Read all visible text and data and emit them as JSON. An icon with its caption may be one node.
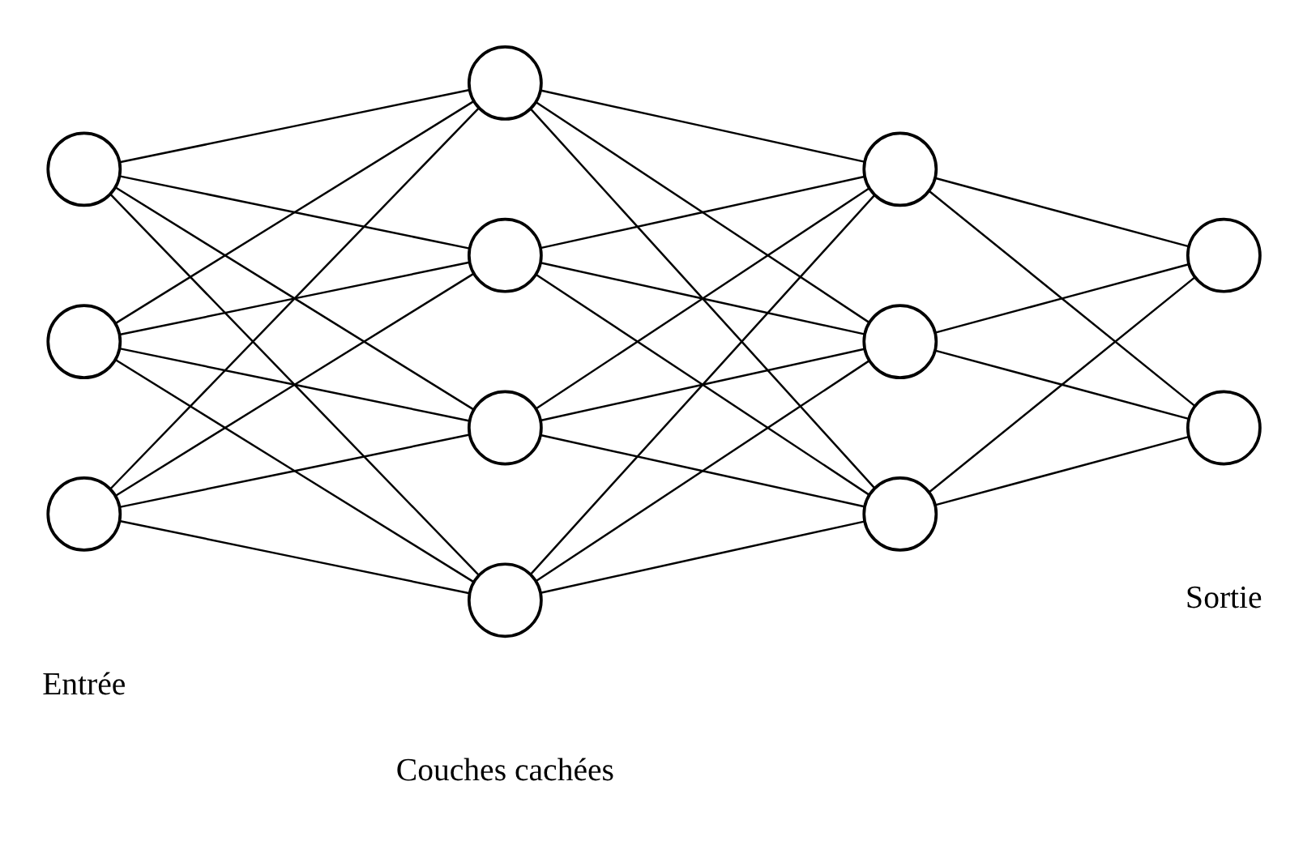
{
  "diagram": {
    "nodes": [
      {
        "text": [],
        "shape": "circle"
      },
      {
        "text": [],
        "shape": "circle"
      },
      {
        "text": [],
        "shape": "circle"
      },
      {
        "text": [],
        "shape": "circle"
      },
      {
        "text": [],
        "shape": "circle"
      },
      {
        "text": [],
        "shape": "circle"
      },
      {
        "text": [],
        "shape": "circle"
      },
      {
        "text": [],
        "shape": "circle"
      },
      {
        "text": [],
        "shape": "circle"
      },
      {
        "text": [],
        "shape": "circle"
      },
      {
        "text": [],
        "shape": "circle"
      },
      {
        "text": [],
        "shape": "circle"
      }
    ],
    "edges": [
      {
        "from": 0,
        "to": 3,
        "arrow": "none"
      },
      {
        "from": 0,
        "to": 4,
        "arrow": "none"
      },
      {
        "from": 0,
        "to": 5,
        "arrow": "none"
      },
      {
        "from": 0,
        "to": 6,
        "arrow": "none"
      },
      {
        "from": 1,
        "to": 3,
        "arrow": "none"
      },
      {
        "from": 1,
        "to": 4,
        "arrow": "none"
      },
      {
        "from": 1,
        "to": 5,
        "arrow": "none"
      },
      {
        "from": 1,
        "to": 6,
        "arrow": "none"
      },
      {
        "from": 2,
        "to": 3,
        "arrow": "none"
      },
      {
        "from": 2,
        "to": 4,
        "arrow": "none"
      },
      {
        "from": 2,
        "to": 5,
        "arrow": "none"
      },
      {
        "from": 2,
        "to": 6,
        "arrow": "none"
      },
      {
        "from": 3,
        "to": 7,
        "arrow": "none"
      },
      {
        "from": 3,
        "to": 8,
        "arrow": "none"
      },
      {
        "from": 3,
        "to": 9,
        "arrow": "none"
      },
      {
        "from": 4,
        "to": 7,
        "arrow": "none"
      },
      {
        "from": 4,
        "to": 8,
        "arrow": "none"
      },
      {
        "from": 4,
        "to": 9,
        "arrow": "none"
      },
      {
        "from": 5,
        "to": 7,
        "arrow": "none"
      },
      {
        "from": 5,
        "to": 8,
        "arrow": "none"
      },
      {
        "from": 5,
        "to": 9,
        "arrow": "none"
      },
      {
        "from": 6,
        "to": 7,
        "arrow": "none"
      },
      {
        "from": 6,
        "to": 8,
        "arrow": "none"
      },
      {
        "from": 6,
        "to": 9,
        "arrow": "none"
      },
      {
        "from": 7,
        "to": 10,
        "arrow": "none"
      },
      {
        "from": 7,
        "to": 11,
        "arrow": "none"
      },
      {
        "from": 8,
        "to": 10,
        "arrow": "none"
      },
      {
        "from": 8,
        "to": 11,
        "arrow": "none"
      },
      {
        "from": 9,
        "to": 10,
        "arrow": "none"
      },
      {
        "from": 9,
        "to": 11,
        "arrow": "none"
      }
    ],
    "labels": [
      "Entrée",
      "Couches cachées",
      "Sortie"
    ]
  }
}
